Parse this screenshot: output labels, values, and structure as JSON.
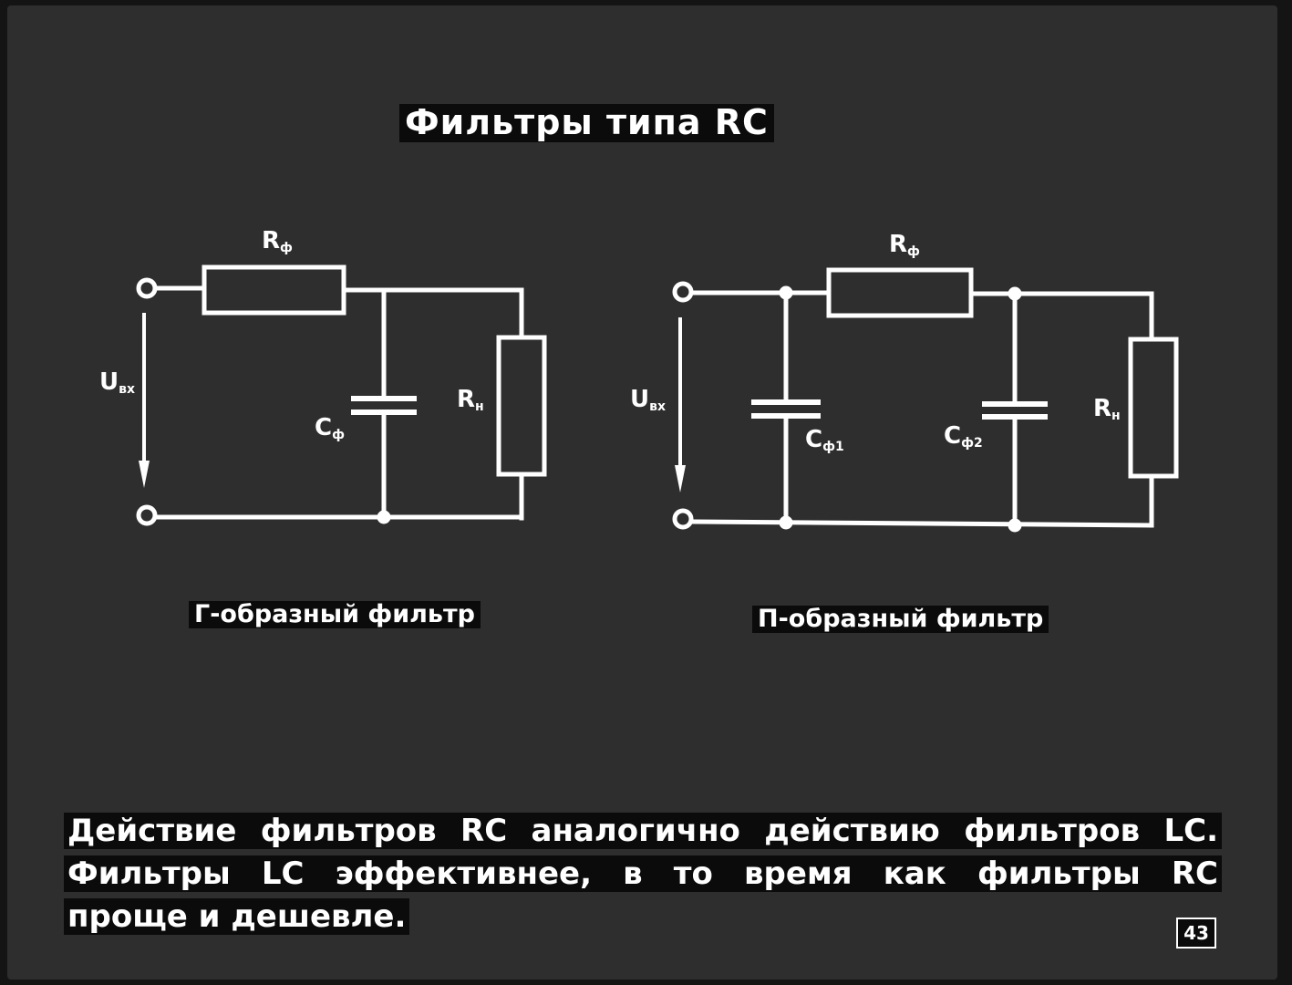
{
  "title": "Фильтры типа RC",
  "left_circuit": {
    "caption": "Г-образный фильтр",
    "rf": {
      "main": "R",
      "sub": "ф"
    },
    "uin": {
      "main": "U",
      "sub": "вх"
    },
    "cf": {
      "main": "C",
      "sub": "ф"
    },
    "rn": {
      "main": "R",
      "sub": "н"
    }
  },
  "right_circuit": {
    "caption": "П-образный фильтр",
    "rf": {
      "main": "R",
      "sub": "ф"
    },
    "uin": {
      "main": "U",
      "sub": "вх"
    },
    "cf1": {
      "main": "C",
      "sub": "ф1"
    },
    "cf2": {
      "main": "C",
      "sub": "ф2"
    },
    "rn": {
      "main": "R",
      "sub": "н"
    }
  },
  "body_text": {
    "line1": "Действие фильтров RC аналогично действию фильтров LC.",
    "line2": "Фильтры LC эффективнее, в то время как фильтры RC",
    "line3": "проще и дешевле."
  },
  "page_number": "43"
}
